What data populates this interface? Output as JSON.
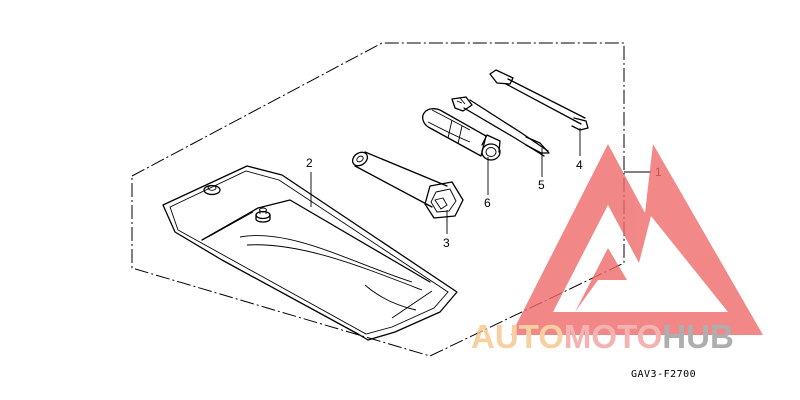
{
  "diagram": {
    "callouts": [
      {
        "id": "toolbag",
        "number": "1"
      },
      {
        "id": "tool-case",
        "number": "2"
      },
      {
        "id": "box-wrench",
        "number": "3"
      },
      {
        "id": "screwdriver-bar",
        "number": "4"
      },
      {
        "id": "screwdriver",
        "number": "5"
      },
      {
        "id": "screwdriver-grip",
        "number": "6"
      }
    ],
    "code": "GAV3-F2700"
  },
  "watermark": {
    "part1": "AUTO",
    "part2": "MOTO",
    "part3": "HUB",
    "colors": {
      "triangle": "#f06a6a",
      "auto": "#f6c58b",
      "moto": "#f2a0a0",
      "hub": "#9a9a9a"
    }
  }
}
